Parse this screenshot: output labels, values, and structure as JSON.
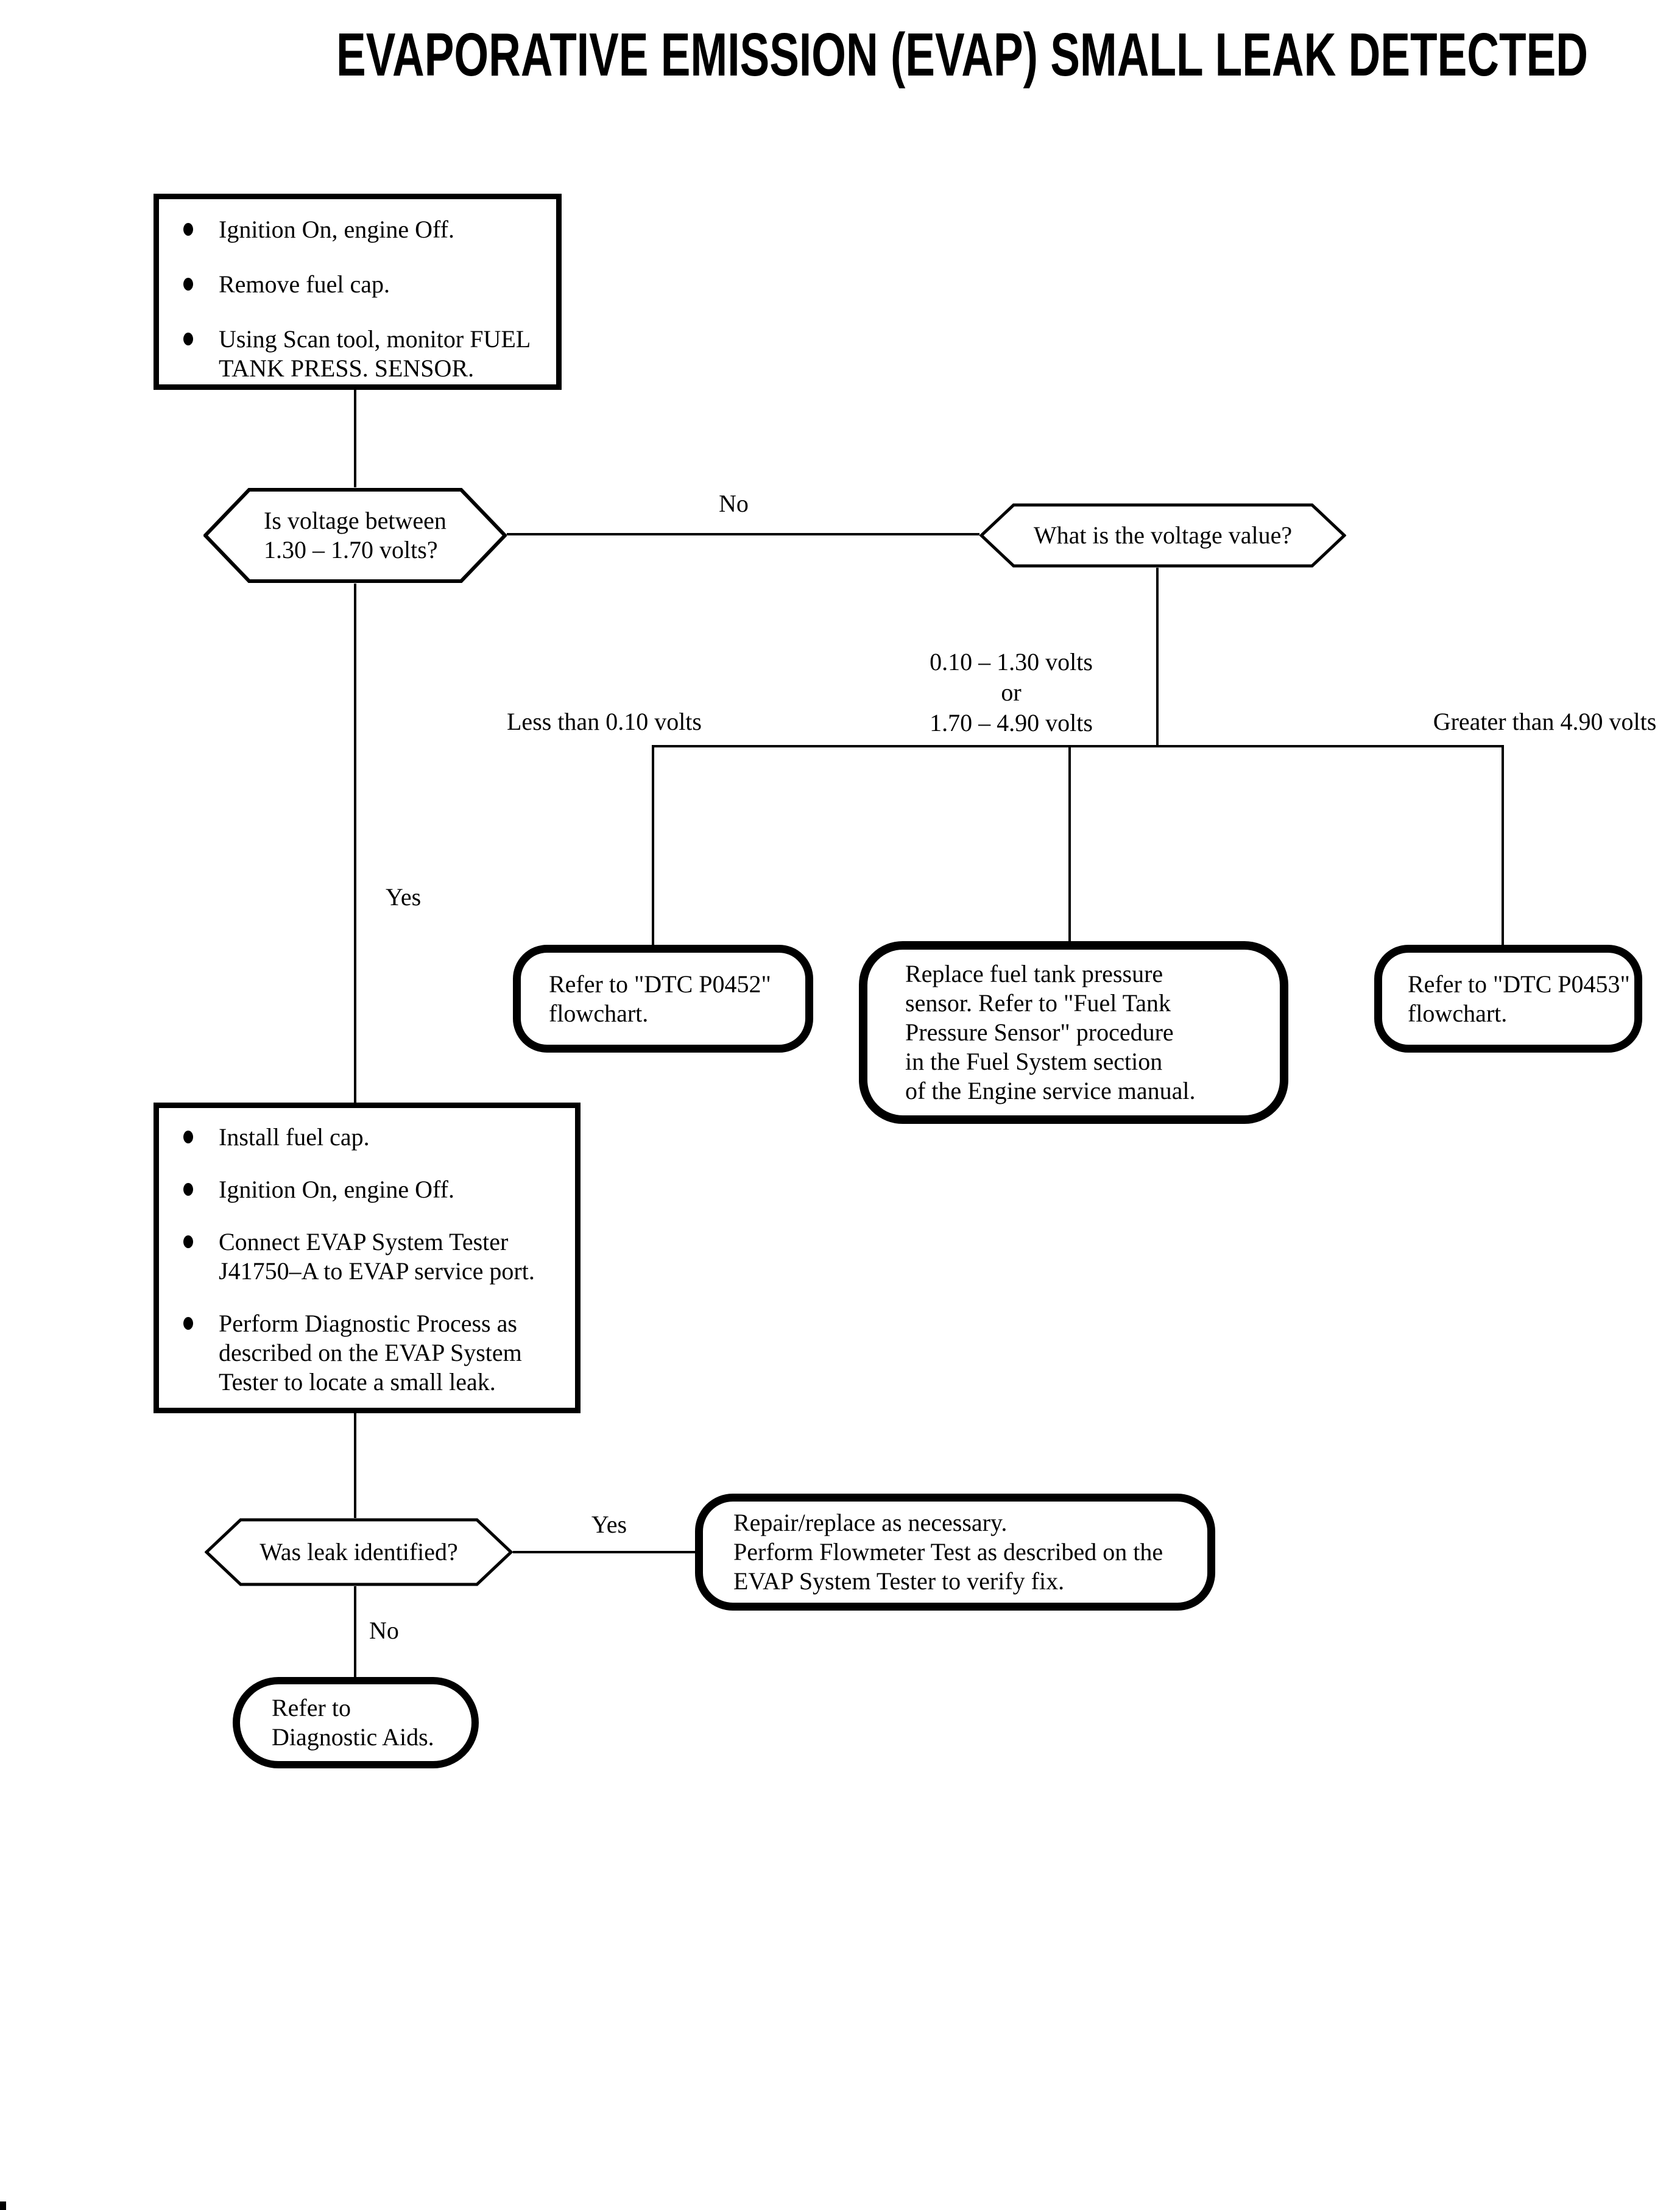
{
  "title": "EVAPORATIVE EMISSION (EVAP) SMALL LEAK DETECTED",
  "flowchart": {
    "step1": {
      "bullets": [
        "Ignition On, engine Off.",
        "Remove fuel cap.",
        "Using Scan tool, monitor FUEL\nTANK PRESS. SENSOR."
      ]
    },
    "decision1": {
      "text": "Is voltage between\n1.30 – 1.70 volts?"
    },
    "decision1_no_label": "No",
    "decision1_yes_label": "Yes",
    "decision2": {
      "text": "What is the voltage value?"
    },
    "branch_labels": {
      "left": "Less than 0.10 volts",
      "middle": "0.10 – 1.30 volts\nor\n1.70 – 4.90 volts",
      "right": "Greater than 4.90 volts"
    },
    "action_p0452": {
      "text": "Refer to \"DTC P0452\"\nflowchart."
    },
    "action_replace_sensor": {
      "text": "Replace fuel tank pressure\nsensor. Refer to \"Fuel Tank\nPressure Sensor\" procedure\nin the Fuel System section\nof the Engine service manual."
    },
    "action_p0453": {
      "text": "Refer to \"DTC P0453\"\nflowchart."
    },
    "step2": {
      "bullets": [
        "Install fuel cap.",
        "Ignition On, engine Off.",
        "Connect EVAP System Tester\nJ41750–A to EVAP service port.",
        "Perform Diagnostic Process as\ndescribed on the EVAP System\nTester to locate a small leak."
      ]
    },
    "decision3": {
      "text": "Was leak identified?"
    },
    "decision3_yes_label": "Yes",
    "decision3_no_label": "No",
    "action_repair": {
      "text": "Repair/replace as necessary.\nPerform Flowmeter Test as described on the\nEVAP System Tester to verify fix."
    },
    "action_diagnostic_aids": {
      "text": "Refer to\nDiagnostic Aids."
    }
  },
  "colors": {
    "ink": "#000000",
    "paper": "#ffffff"
  }
}
